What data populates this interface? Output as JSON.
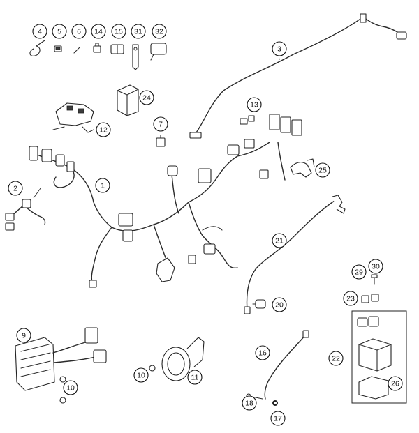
{
  "callouts": [
    {
      "id": "c4",
      "label": "4"
    },
    {
      "id": "c5",
      "label": "5"
    },
    {
      "id": "c6",
      "label": "6"
    },
    {
      "id": "c14",
      "label": "14"
    },
    {
      "id": "c15",
      "label": "15"
    },
    {
      "id": "c31",
      "label": "31"
    },
    {
      "id": "c32",
      "label": "32"
    },
    {
      "id": "c3",
      "label": "3"
    },
    {
      "id": "c24",
      "label": "24"
    },
    {
      "id": "c13",
      "label": "13"
    },
    {
      "id": "c12",
      "label": "12"
    },
    {
      "id": "c7",
      "label": "7"
    },
    {
      "id": "c1",
      "label": "1"
    },
    {
      "id": "c2",
      "label": "2"
    },
    {
      "id": "c25",
      "label": "25"
    },
    {
      "id": "c21",
      "label": "21"
    },
    {
      "id": "c29",
      "label": "29"
    },
    {
      "id": "c30",
      "label": "30"
    },
    {
      "id": "c23",
      "label": "23"
    },
    {
      "id": "c20",
      "label": "20"
    },
    {
      "id": "c9",
      "label": "9"
    },
    {
      "id": "c22",
      "label": "22"
    },
    {
      "id": "c16",
      "label": "16"
    },
    {
      "id": "c26",
      "label": "26"
    },
    {
      "id": "c10a",
      "label": "10"
    },
    {
      "id": "c10b",
      "label": "10"
    },
    {
      "id": "c11",
      "label": "11"
    },
    {
      "id": "c18",
      "label": "18"
    },
    {
      "id": "c17",
      "label": "17"
    }
  ]
}
